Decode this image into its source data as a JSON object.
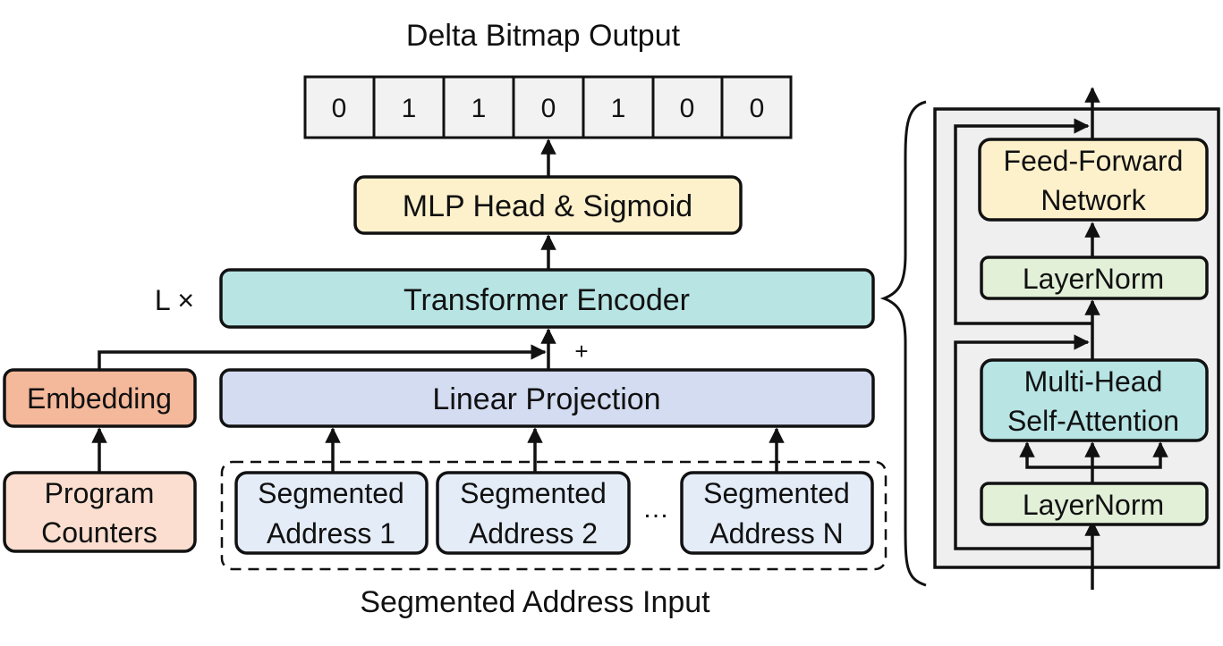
{
  "output_title": "Delta Bitmap Output",
  "bitmap": [
    "0",
    "1",
    "1",
    "0",
    "1",
    "0",
    "0"
  ],
  "mlp_head": "MLP Head & Sigmoid",
  "repeat_label": "L ×",
  "transformer_encoder": "Transformer Encoder",
  "plus_label": "+",
  "embedding": "Embedding",
  "linear_projection": "Linear Projection",
  "program_counters": [
    "Program",
    "Counters"
  ],
  "segments": [
    [
      "Segmented",
      "Address 1"
    ],
    [
      "Segmented",
      "Address 2"
    ],
    [
      "Segmented",
      "Address N"
    ]
  ],
  "ellipsis": "…",
  "input_title": "Segmented Address Input",
  "encoder_detail": {
    "ffn": [
      "Feed-Forward",
      "Network"
    ],
    "layernorm_top": "LayerNorm",
    "mhsa": [
      "Multi-Head",
      "Self-Attention"
    ],
    "layernorm_bottom": "LayerNorm"
  },
  "colors": {
    "mlp_head": "#fdf1cc",
    "encoder": "#b8e4e4",
    "embedding": "#f4b89a",
    "linear_projection": "#d4dcf2",
    "program_counters": "#fbdecf",
    "segment": "#e4ecf8",
    "layernorm": "#e2f0d8",
    "detail_panel": "#efefef"
  }
}
